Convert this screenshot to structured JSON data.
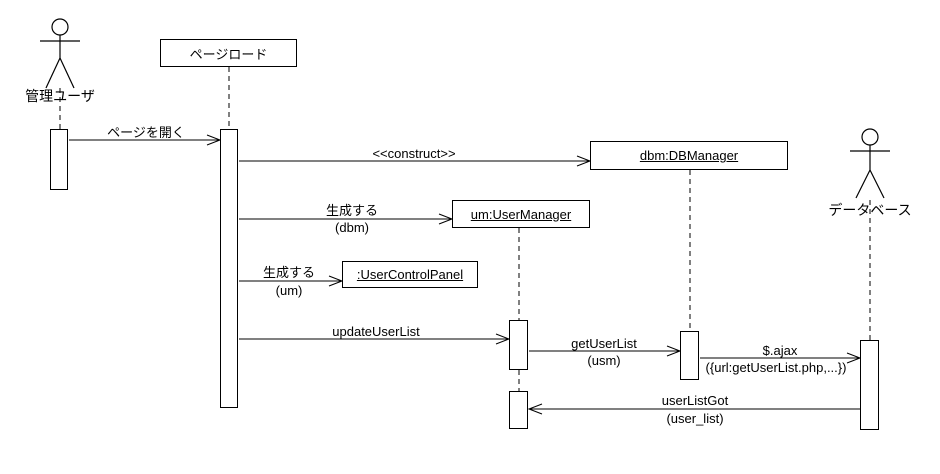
{
  "colors": {
    "line": "#000000",
    "background": "#ffffff"
  },
  "actors": [
    {
      "label": "管理ユーザ",
      "icon": "stick-figure-person"
    },
    {
      "label": "データベース",
      "icon": "stick-figure-person"
    }
  ],
  "objects": [
    {
      "label": "ページロード"
    },
    {
      "label": "dbm:DBManager"
    },
    {
      "label": "um:UserManager"
    },
    {
      "label": ":UserControlPanel"
    }
  ],
  "messages": [
    {
      "label": "ページを開く",
      "arg": ""
    },
    {
      "label": "<<construct>>",
      "arg": ""
    },
    {
      "label": "生成する",
      "arg": "(dbm)"
    },
    {
      "label": "生成する",
      "arg": "(um)"
    },
    {
      "label": "updateUserList",
      "arg": ""
    },
    {
      "label": "getUserList",
      "arg": "(usm)"
    },
    {
      "label": "$.ajax",
      "arg": "({url:getUserList.php,...})"
    },
    {
      "label": "userListGot",
      "arg": "(user_list)"
    }
  ]
}
